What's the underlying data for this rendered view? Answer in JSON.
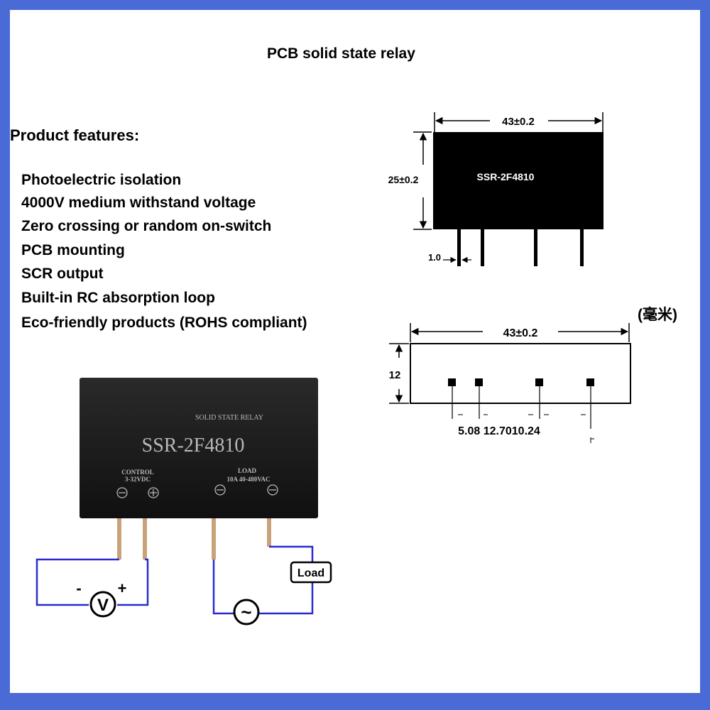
{
  "title": "PCB solid state relay",
  "features": {
    "heading": "Product features:",
    "items": [
      "Photoelectric isolation",
      "4000V medium withstand voltage",
      "Zero crossing or random on-switch",
      "PCB mounting",
      "SCR output",
      "Built-in RC absorption loop",
      "Eco-friendly products (ROHS compliant)"
    ]
  },
  "unit_label": "(毫米)",
  "front_view": {
    "width_dim": "43±0.2",
    "height_dim": "25±0.2",
    "pin_dim": "1.0",
    "model_label": "SSR-2F4810"
  },
  "bottom_view": {
    "width_dim": "43±0.2",
    "height_dim": "12",
    "pin_spacing_label": "5.08 12.7010.24"
  },
  "relay_photo": {
    "header": "SOLID STATE RELAY",
    "model": "SSR-2F4810",
    "control_label": "CONTROL",
    "control_range": "3-32VDC",
    "load_label": "LOAD",
    "load_rating": "10A  40-480VAC"
  },
  "wiring": {
    "minus": "-",
    "plus": "+",
    "voltmeter": "V",
    "ac_symbol": "~",
    "load_box": "Load"
  },
  "colors": {
    "border": "#4a6bd6",
    "wire": "#2a2ad0",
    "relay_body": "#141414",
    "relay_text": "#b8b8b8",
    "pin": "#c9a27a"
  }
}
